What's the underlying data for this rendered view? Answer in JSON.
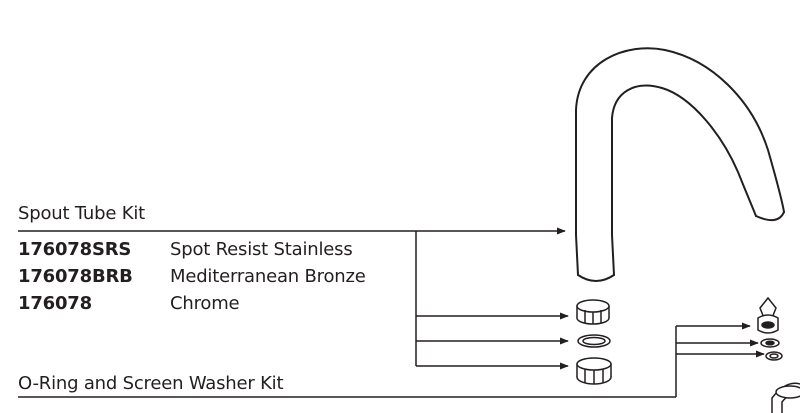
{
  "spout_kit": {
    "title": "Spout Tube Kit",
    "parts": [
      {
        "number": "176078SRS",
        "finish": "Spot Resist Stainless"
      },
      {
        "number": "176078BRB",
        "finish": "Mediterranean Bronze"
      },
      {
        "number": "176078",
        "finish": "Chrome"
      }
    ]
  },
  "washer_kit": {
    "title": "O-Ring and Screen Washer Kit"
  },
  "colors": {
    "line": "#231f20"
  }
}
